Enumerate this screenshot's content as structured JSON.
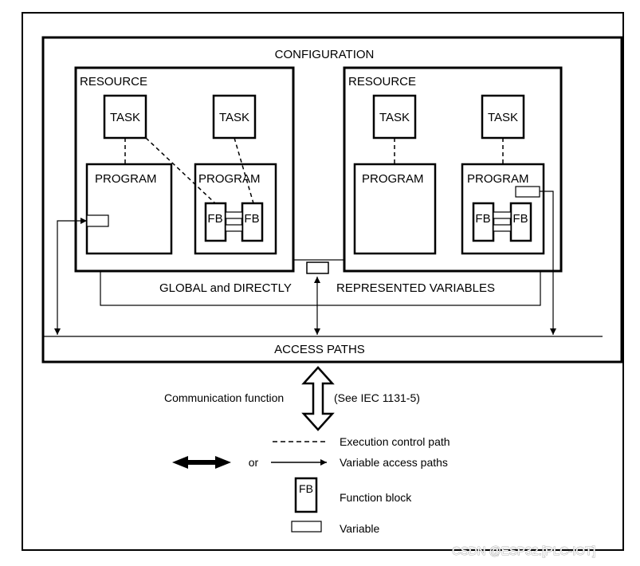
{
  "diagram": {
    "configuration_label": "CONFIGURATION",
    "resources": [
      {
        "label": "RESOURCE",
        "tasks": [
          "TASK",
          "TASK"
        ],
        "programs": [
          {
            "label": "PROGRAM",
            "fbs": []
          },
          {
            "label": "PROGRAM",
            "fbs": [
              "FB",
              "FB"
            ]
          }
        ]
      },
      {
        "label": "RESOURCE",
        "tasks": [
          "TASK",
          "TASK"
        ],
        "programs": [
          {
            "label": "PROGRAM",
            "fbs": []
          },
          {
            "label": "PROGRAM",
            "fbs": [
              "FB",
              "FB"
            ]
          }
        ]
      }
    ],
    "global_vars": {
      "left": "GLOBAL and DIRECTLY",
      "right": "REPRESENTED VARIABLES"
    },
    "access_paths_label": "ACCESS PATHS",
    "communication": {
      "left": "Communication function",
      "right": "(See IEC 1131-5)"
    }
  },
  "legend": {
    "execution_control": "Execution control path",
    "or_label": "or",
    "variable_access": "Variable access paths",
    "fb_glyph": "FB",
    "function_block": "Function block",
    "variable": "Variable"
  },
  "watermark": "CSDN @ESP32.[PLC-IOT]"
}
